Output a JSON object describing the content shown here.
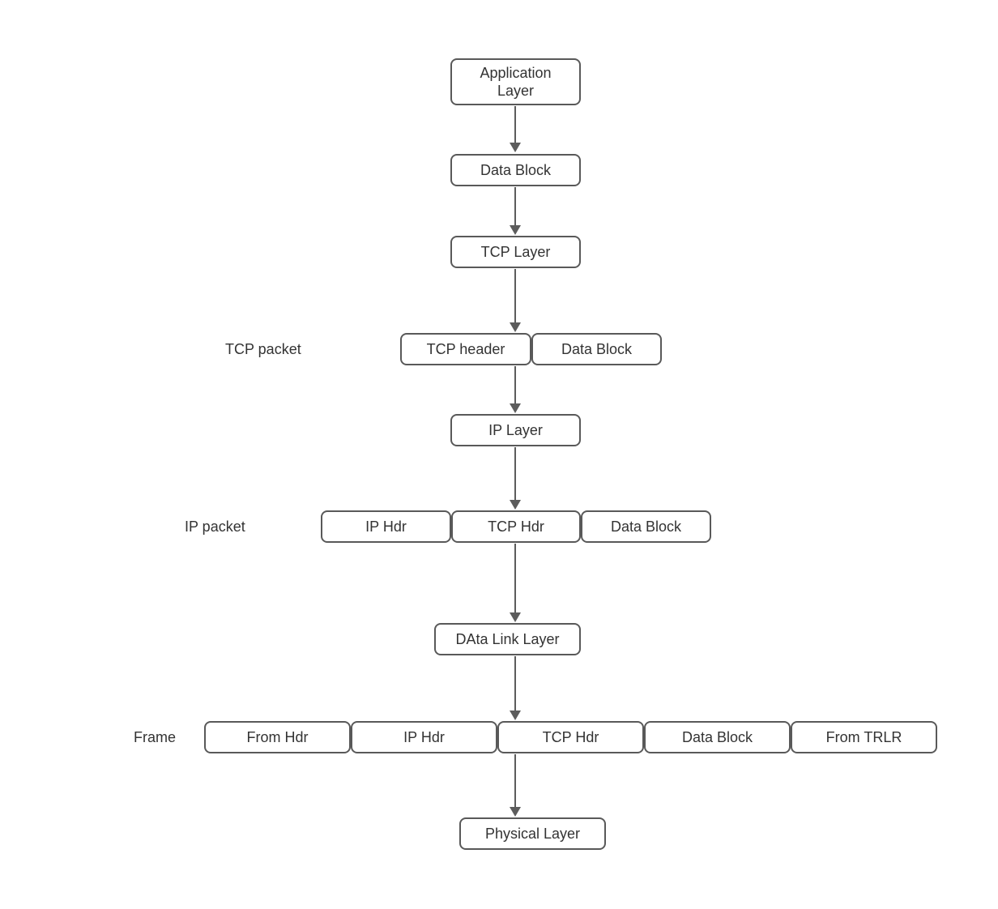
{
  "diagram": {
    "description": "TCP/IP encapsulation flow diagram",
    "colors": {
      "background": "#ffffff",
      "node_border": "#595959",
      "node_fill": "#ffffff",
      "text": "#333333",
      "arrow": "#5c5c5c"
    },
    "nodes": {
      "application_layer": "Application Layer",
      "data_block_top": "Data Block",
      "tcp_layer": "TCP Layer",
      "ip_layer": "IP Layer",
      "data_link_layer": "DAta Link Layer",
      "physical_layer": "Physical Layer"
    },
    "rows": {
      "tcp_packet": {
        "label": "TCP packet",
        "cells": [
          "TCP header",
          "Data Block"
        ]
      },
      "ip_packet": {
        "label": "IP packet",
        "cells": [
          "IP Hdr",
          "TCP Hdr",
          "Data Block"
        ]
      },
      "frame": {
        "label": "Frame",
        "cells": [
          "From Hdr",
          "IP Hdr",
          "TCP Hdr",
          "Data Block",
          "From TRLR"
        ]
      }
    },
    "flow": [
      "Application Layer -> Data Block",
      "Data Block -> TCP Layer",
      "TCP Layer -> TCP packet (TCP header + Data Block)",
      "TCP packet -> IP Layer",
      "IP Layer -> IP packet (IP Hdr + TCP Hdr + Data Block)",
      "IP packet -> DAta Link Layer",
      "DAta Link Layer -> Frame (From Hdr + IP Hdr + TCP Hdr + Data Block + From TRLR)",
      "Frame -> Physical Layer"
    ]
  }
}
